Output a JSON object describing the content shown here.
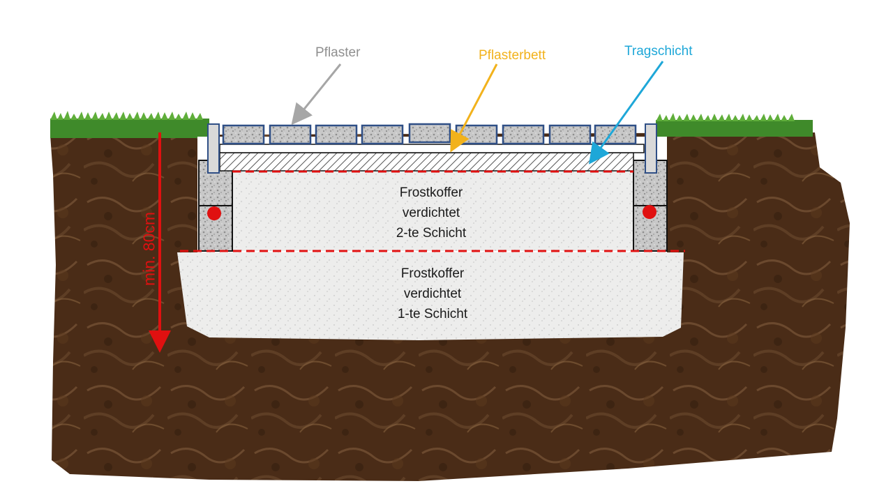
{
  "labels": {
    "pflaster": "Pflaster",
    "pflasterbett": "Pflasterbett",
    "tragschicht": "Tragschicht"
  },
  "layers": {
    "frost2": [
      "Frostkoffer",
      "verdichtet",
      "2-te Schicht"
    ],
    "frost1": [
      "Frostkoffer",
      "verdichtet",
      "1-te Schicht"
    ]
  },
  "depth_label": "min. 80cm",
  "colors": {
    "pflaster_arrow": "#a6a6a6",
    "pflasterbett_arrow": "#f2b21c",
    "tragschicht_arrow": "#1ea7d8",
    "depth_marker": "#e01010",
    "soil": "#4a2c17",
    "grass": "#3f8a2a",
    "gravel": "#ebebea",
    "paver_border": "#2f4f86"
  },
  "icons": [
    "grass-strip",
    "soil-body",
    "paving-stone",
    "curb-stone",
    "concrete-foundation",
    "red-dot-marker"
  ]
}
